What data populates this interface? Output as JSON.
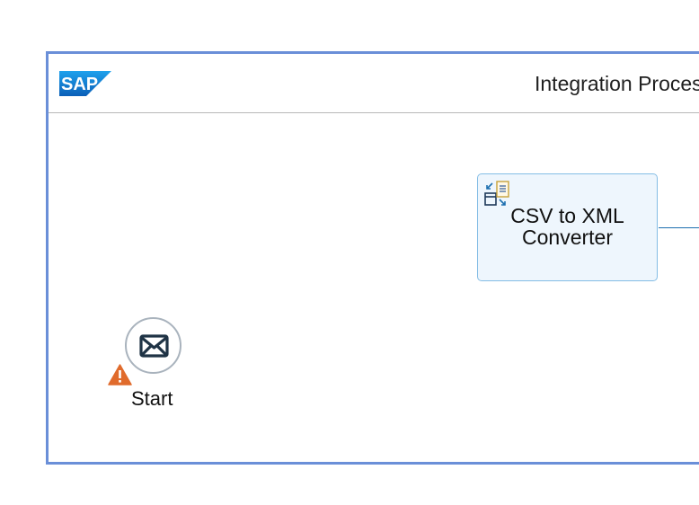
{
  "pool": {
    "logo_text": "SAP",
    "title": "Integration Proces"
  },
  "steps": {
    "converter": {
      "label": "CSV to XML\nConverter",
      "icon": "csv-xml-converter-icon"
    }
  },
  "events": {
    "start": {
      "label": "Start",
      "icon": "envelope-icon",
      "warning_icon": "warning-icon"
    }
  },
  "colors": {
    "pool_border": "#6a8fd8",
    "step_fill": "#eef6fd",
    "step_border": "#84bde5",
    "connector": "#1c6fb0",
    "warning": "#e06b2c",
    "sap_blue": "#1a73d9"
  }
}
